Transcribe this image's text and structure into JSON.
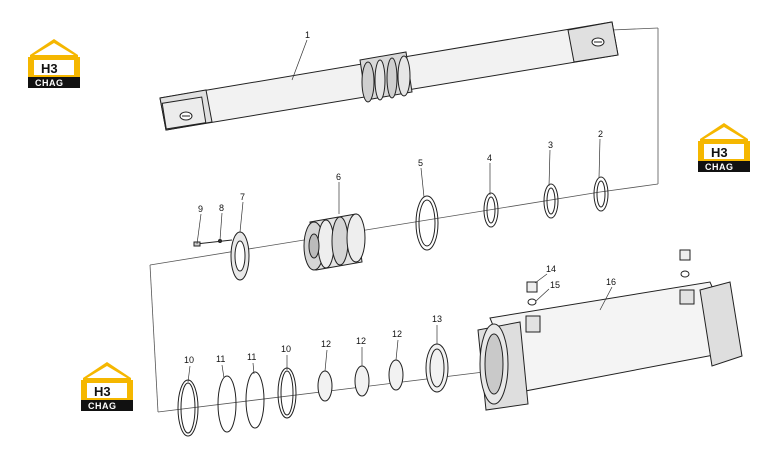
{
  "diagram": {
    "callouts": [
      {
        "id": "1",
        "text": "1"
      },
      {
        "id": "2",
        "text": "2"
      },
      {
        "id": "3",
        "text": "3"
      },
      {
        "id": "4",
        "text": "4"
      },
      {
        "id": "5",
        "text": "5"
      },
      {
        "id": "6",
        "text": "6"
      },
      {
        "id": "7",
        "text": "7"
      },
      {
        "id": "8",
        "text": "8"
      },
      {
        "id": "9",
        "text": "9"
      },
      {
        "id": "10a",
        "text": "10"
      },
      {
        "id": "11a",
        "text": "11"
      },
      {
        "id": "11b",
        "text": "11"
      },
      {
        "id": "10b",
        "text": "10"
      },
      {
        "id": "12a",
        "text": "12"
      },
      {
        "id": "12b",
        "text": "12"
      },
      {
        "id": "12c",
        "text": "12"
      },
      {
        "id": "13",
        "text": "13"
      },
      {
        "id": "14",
        "text": "14"
      },
      {
        "id": "15",
        "text": "15"
      },
      {
        "id": "16",
        "text": "16"
      }
    ]
  },
  "logos": [
    {
      "mark": "H3",
      "word": "CHAG",
      "colors": {
        "roof": "#f5b700",
        "badge": "#111111"
      }
    },
    {
      "mark": "H3",
      "word": "CHAG",
      "colors": {
        "roof": "#f5b700",
        "badge": "#111111"
      }
    },
    {
      "mark": "H3",
      "word": "CHAG",
      "colors": {
        "roof": "#f5b700",
        "badge": "#111111"
      }
    }
  ]
}
